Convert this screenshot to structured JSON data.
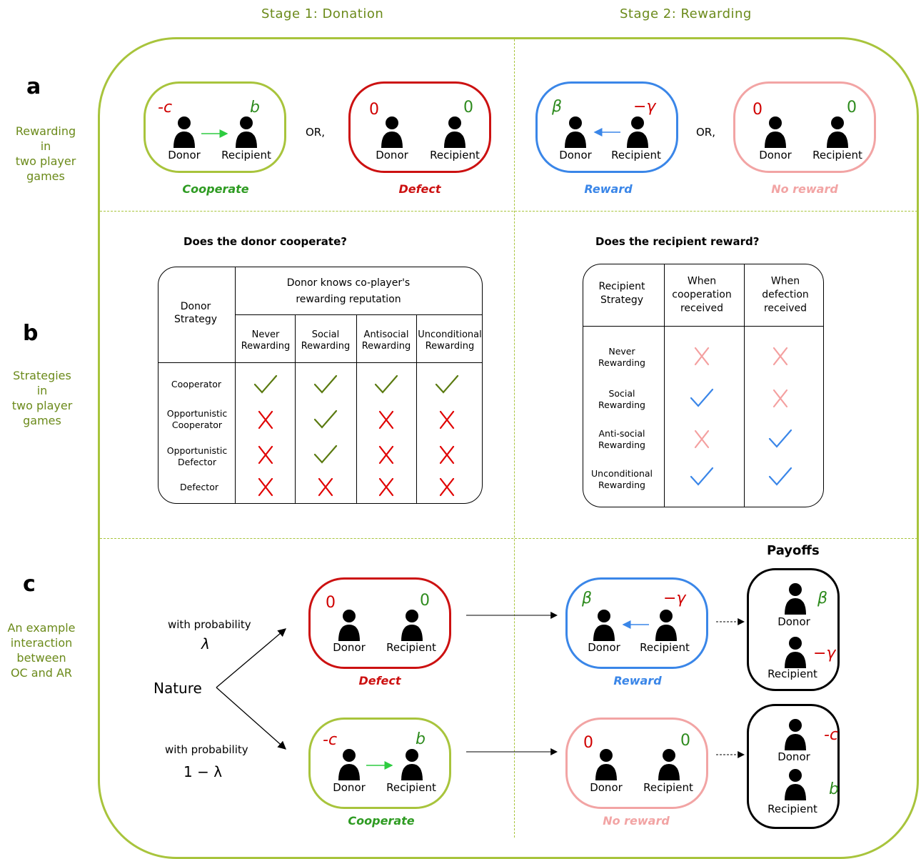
{
  "stages": {
    "stage1": "Stage 1: Donation",
    "stage2": "Stage 2: Rewarding"
  },
  "panels": {
    "a": {
      "letter": "a",
      "desc": [
        "Rewarding",
        "in",
        "two player",
        "games"
      ]
    },
    "b": {
      "letter": "b",
      "desc": [
        "Strategies",
        "in",
        "two player",
        "games"
      ]
    },
    "c": {
      "letter": "c",
      "desc": [
        "An example",
        "interaction",
        "between",
        "OC and AR"
      ]
    }
  },
  "labels": {
    "donor": "Donor",
    "recipient": "Recipient",
    "or": "OR,"
  },
  "actions": {
    "cooperate": "Cooperate",
    "defect": "Defect",
    "reward": "Reward",
    "no_reward": "No reward"
  },
  "payoff_symbols": {
    "minus_c": "-c",
    "b": "b",
    "zero": "0",
    "beta": "β",
    "minus_gamma": "−γ"
  },
  "colors": {
    "cooperate": "#a8c43c",
    "defect": "#cc1111",
    "reward": "#3a86e8",
    "no_reward": "#f2a4a4",
    "green_value": "#2e8b1e",
    "red_value": "#d00000",
    "check_olive": "#5a7a10",
    "check_blue": "#3a86e8",
    "cross_red": "#e00000",
    "cross_pink": "#f4a0a0"
  },
  "donor_table": {
    "question": "Does the donor cooperate?",
    "strategy_header": [
      "Donor",
      "Strategy"
    ],
    "knows_header": [
      "Donor knows co-player's",
      "rewarding reputation"
    ],
    "columns": [
      [
        "Never",
        "Rewarding"
      ],
      [
        "Social",
        "Rewarding"
      ],
      [
        "Antisocial",
        "Rewarding"
      ],
      [
        "Unconditional",
        "Rewarding"
      ]
    ],
    "rows": [
      {
        "label": [
          "Cooperator"
        ],
        "marks": [
          "check",
          "check",
          "check",
          "check"
        ]
      },
      {
        "label": [
          "Opportunistic",
          "Cooperator"
        ],
        "marks": [
          "cross",
          "check",
          "cross",
          "cross"
        ]
      },
      {
        "label": [
          "Opportunistic",
          "Defector"
        ],
        "marks": [
          "cross",
          "check",
          "cross",
          "cross"
        ]
      },
      {
        "label": [
          "Defector"
        ],
        "marks": [
          "cross",
          "cross",
          "cross",
          "cross"
        ]
      }
    ]
  },
  "recipient_table": {
    "question": "Does the recipient reward?",
    "strategy_header": [
      "Recipient",
      "Strategy"
    ],
    "columns": [
      [
        "When",
        "cooperation",
        "received"
      ],
      [
        "When",
        "defection",
        "received"
      ]
    ],
    "rows": [
      {
        "label": [
          "Never",
          "Rewarding"
        ],
        "marks": [
          "cross",
          "cross"
        ]
      },
      {
        "label": [
          "Social",
          "Rewarding"
        ],
        "marks": [
          "check",
          "cross"
        ]
      },
      {
        "label": [
          "Anti-social",
          "Rewarding"
        ],
        "marks": [
          "cross",
          "check"
        ]
      },
      {
        "label": [
          "Unconditional",
          "Rewarding"
        ],
        "marks": [
          "check",
          "check"
        ]
      }
    ]
  },
  "panel_c": {
    "nature": "Nature",
    "branch_top": {
      "text": "with probability",
      "prob": "λ"
    },
    "branch_bottom": {
      "text": "with probability",
      "prob": "1 − λ"
    },
    "payoffs_title": "Payoffs"
  }
}
